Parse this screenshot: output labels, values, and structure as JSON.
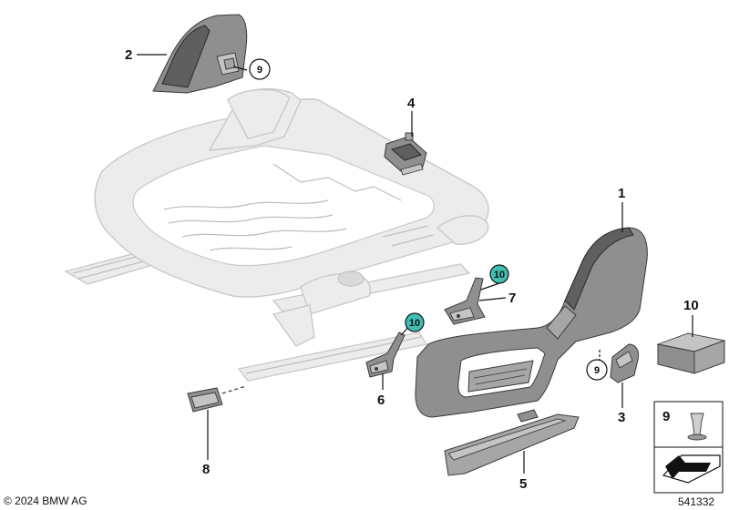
{
  "callouts": {
    "c1": "1",
    "c2": "2",
    "c3": "3",
    "c4": "4",
    "c5": "5",
    "c6": "6",
    "c7": "7",
    "c8": "8",
    "c9a": "9",
    "c9b": "9",
    "c10a": "10",
    "c10b": "10",
    "c10c": "10"
  },
  "legend": {
    "item9": "9"
  },
  "copyright": "© 2024 BMW AG",
  "drawing_number": "541332",
  "colors": {
    "highlight_callout": "#3fbfb3",
    "frame_gray": "#ececec",
    "part_gray": "#8f8f8f"
  }
}
